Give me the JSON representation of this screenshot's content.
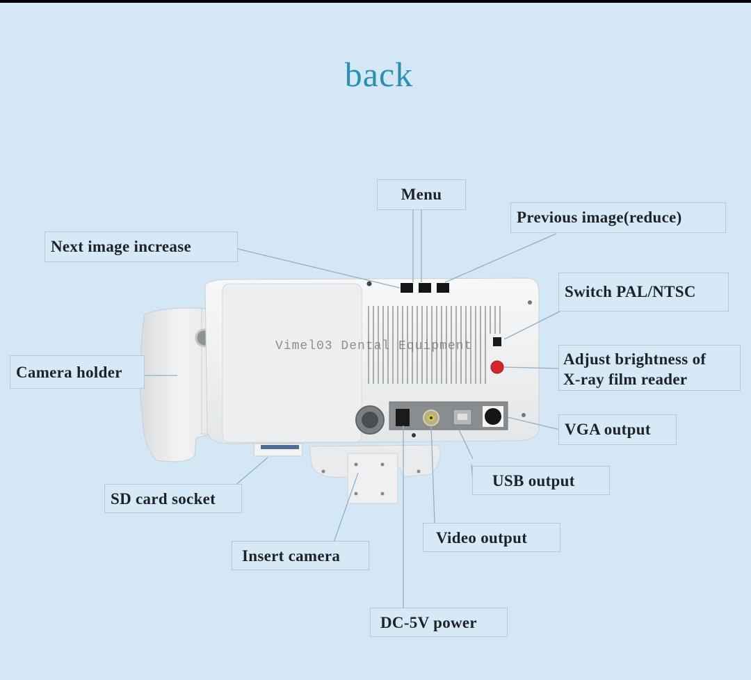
{
  "title": "back",
  "watermark": "Vimel03 Dental Equipment",
  "colors": {
    "background": "#d3e7f5",
    "title": "#2a8fb5",
    "label_text": "#1e2326",
    "label_border": "#b4c8d6",
    "leader_line": "#8fb0c4",
    "device_body": "#eef0f1",
    "brightness_knob": "#d8232a"
  },
  "labels": {
    "menu": "Menu",
    "previous_image": "Previous image(reduce)",
    "next_image": "Next image increase",
    "switch_pal_ntsc": "Switch PAL/NTSC",
    "adjust_brightness_line1": "Adjust brightness of",
    "adjust_brightness_line2": "X-ray film reader",
    "camera_holder": "Camera holder",
    "vga_output": "VGA output",
    "usb_output": "USB output",
    "sd_card_socket": "SD card socket",
    "video_output": "Video output",
    "insert_camera": "Insert camera",
    "dc_power": "DC-5V power"
  }
}
